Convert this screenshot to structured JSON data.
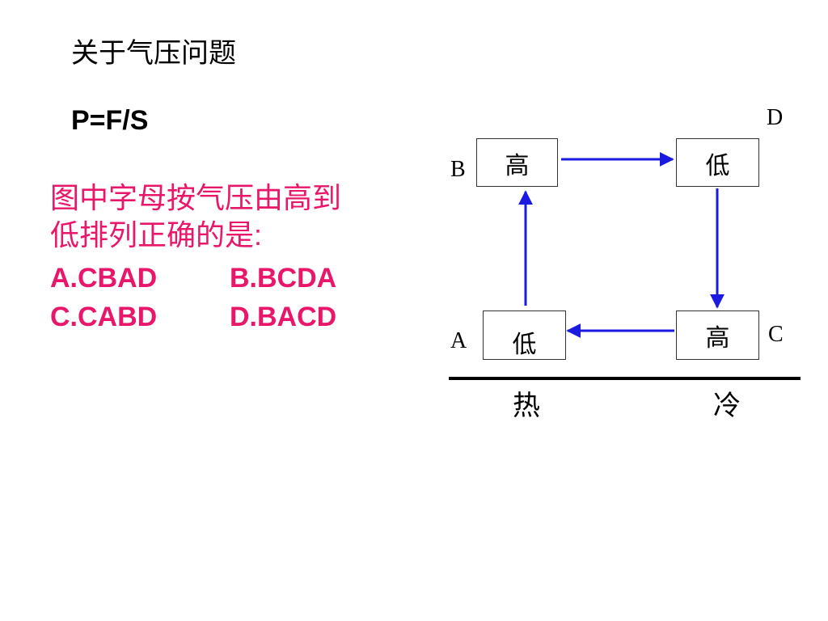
{
  "title": "关于气压问题",
  "formula": "P=F/S",
  "question": {
    "line1": "图中字母按气压由高到",
    "line2": "低排列正确的是:"
  },
  "options": [
    "A.CBAD",
    "B.BCDA",
    "C.CABD",
    "D.BACD"
  ],
  "diagram": {
    "boxes": {
      "top_left": "高",
      "top_right": "低",
      "bottom_left": "低",
      "bottom_right": "高"
    },
    "points": {
      "A": "A",
      "B": "B",
      "C": "C",
      "D": "D"
    },
    "surface": {
      "hot": "热",
      "cold": "冷"
    },
    "arrow_color": "#1a1ae0"
  }
}
